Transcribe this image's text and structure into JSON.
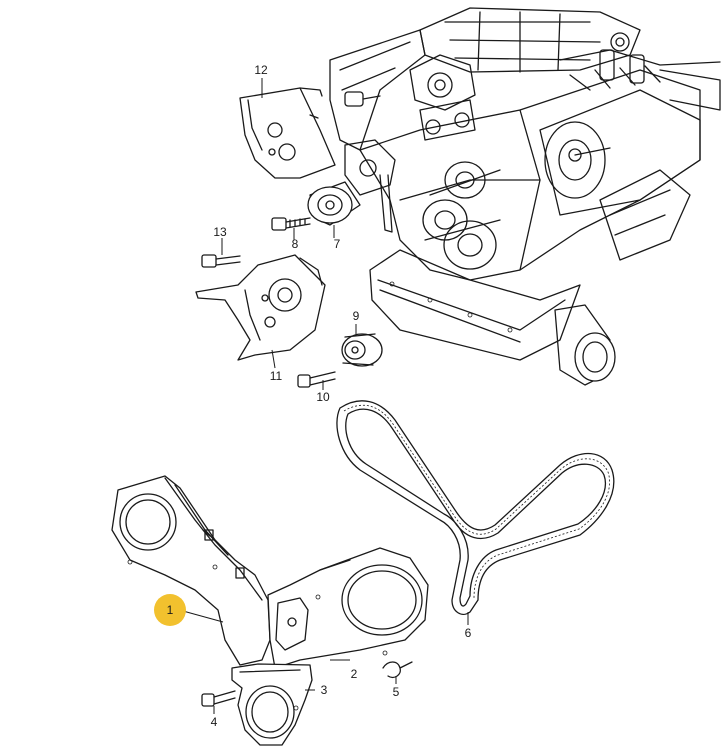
{
  "diagram": {
    "callouts": {
      "p1": "1",
      "p2": "2",
      "p3": "3",
      "p4": "4",
      "p5": "5",
      "p6": "6",
      "p7": "7",
      "p8": "8",
      "p9": "9",
      "p10": "10",
      "p11": "11",
      "p12": "12",
      "p13": "13"
    },
    "highlight_color": "#f2c12e"
  }
}
